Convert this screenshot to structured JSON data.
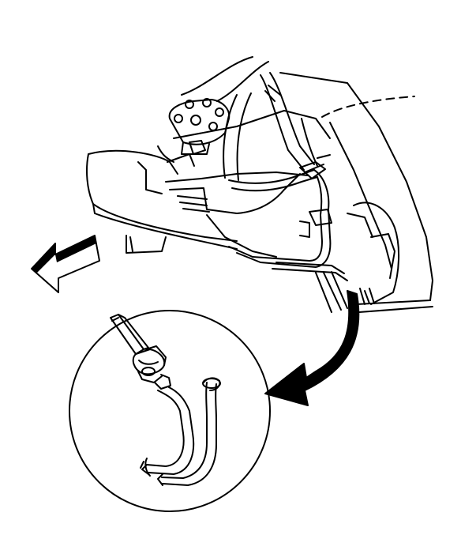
{
  "diagram": {
    "kind": "line-art technical illustration",
    "colors": {
      "ink": "#000000",
      "paper": "#ffffff"
    },
    "icons": {
      "front_direction_arrow": "front-direction-arrow-icon",
      "callout_arrow": "curved-callout-arrow-icon"
    },
    "parts": [
      "engine-compartment",
      "transmission-cooler-lines",
      "line-clip",
      "line-fitting",
      "detail-view"
    ]
  }
}
